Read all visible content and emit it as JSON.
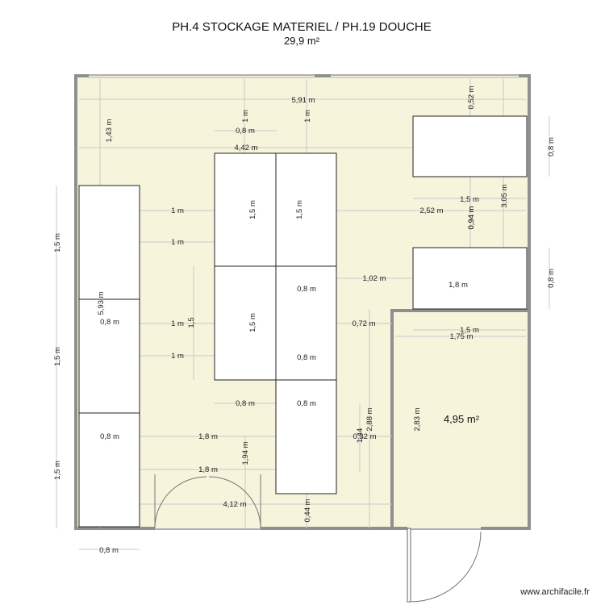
{
  "plan": {
    "title": "PH.4 STOCKAGE MATERIEL / PH.19 DOUCHE",
    "total_area": "29,9 m²",
    "shower_area": "4,95 m²",
    "watermark": "www.archifacile.fr",
    "colors": {
      "floor": "#f7f4dc",
      "wall": "#8f8f8f",
      "dimension_line": "#c9c9c9",
      "furniture_stroke": "#222222"
    }
  },
  "dimensions": {
    "width_total": "5,91 m",
    "width_inner": "4,42 m",
    "top_gap_left": "1,43 m",
    "gap_1m_a": "1 m",
    "gap_1m_b": "1 m",
    "block_08_top": "0,8 m",
    "top_right_052": "0,52 m",
    "right_08_a": "0,8 m",
    "right_08_b": "0,8 m",
    "right_305": "3,05 m",
    "right_15_top": "1,5 m",
    "right_252": "2,52 m",
    "right_094": "0,94 m",
    "right_094_b": "0,94 m",
    "left_15_a": "1,5 m",
    "left_15_b": "1,5 m",
    "left_15_c": "1,5 m",
    "col_1m_1": "1 m",
    "col_1m_2": "1 m",
    "col_1m_3": "1 m",
    "col_1m_4": "1 m",
    "vert_15_a": "1,5 m",
    "vert_15_b": "1,5 m",
    "vert_15_c": "1,5",
    "vert_15_d": "1,5 m",
    "left_593": "5,93 m",
    "left_08_a": "0,8 m",
    "left_08_b": "0,8 m",
    "mid_08_a": "0,8 m",
    "mid_08_b": "0,8 m",
    "mid_08_c": "0,8 m",
    "mid_08_d": "0,8 m",
    "dim_102": "1,02 m",
    "dim_18_right": "1,8 m",
    "dim_072": "0,72 m",
    "dim_15_shower": "1,5 m",
    "dim_175": "1,75 m",
    "dim_283": "2,83 m",
    "dim_288": "2,88 m",
    "dim_144": "1,44",
    "dim_032": "0,32 m",
    "dim_18_a": "1,8 m",
    "dim_18_b": "1,8 m",
    "dim_194": "1,94 m",
    "dim_412": "4,12 m",
    "dim_044": "0,44 m",
    "bottom_08": "0,8 m"
  }
}
